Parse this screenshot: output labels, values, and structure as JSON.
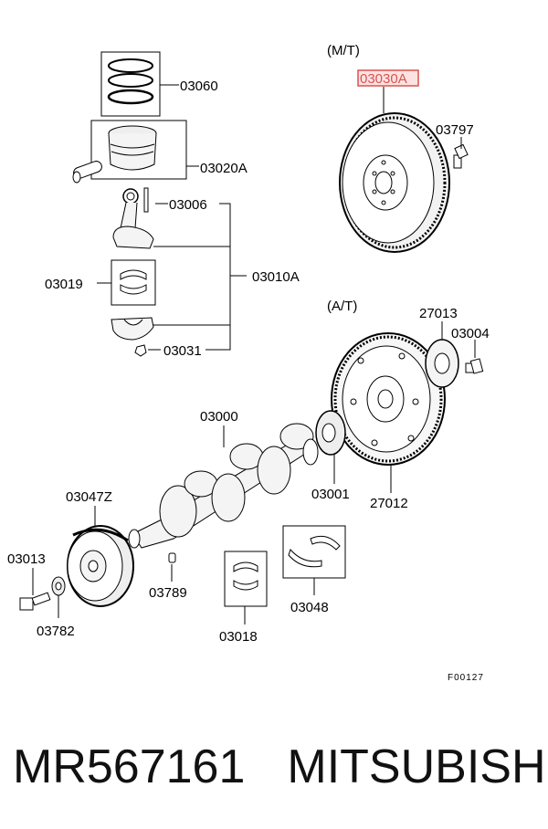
{
  "parts": {
    "p03060": "03060",
    "p03020A": "03020A",
    "p03006": "03006",
    "p03010A": "03010A",
    "p03019": "03019",
    "p03031": "03031",
    "p03000": "03000",
    "p03047Z": "03047Z",
    "p03013": "03013",
    "p03782": "03782",
    "p03789": "03789",
    "p03018": "03018",
    "p03048": "03048",
    "p03001": "03001",
    "p27012": "27012",
    "p27013": "27013",
    "p03004": "03004",
    "p03797": "03797",
    "p03030A": "03030A"
  },
  "variants": {
    "manual": "(M/T)",
    "auto": "(A/T)"
  },
  "figure_code": "F00127",
  "caption": {
    "part_number": "MR567161",
    "brand": "MITSUBISHI"
  },
  "colors": {
    "highlight": "#d9534f",
    "highlight_fill": "#fde2e2"
  }
}
